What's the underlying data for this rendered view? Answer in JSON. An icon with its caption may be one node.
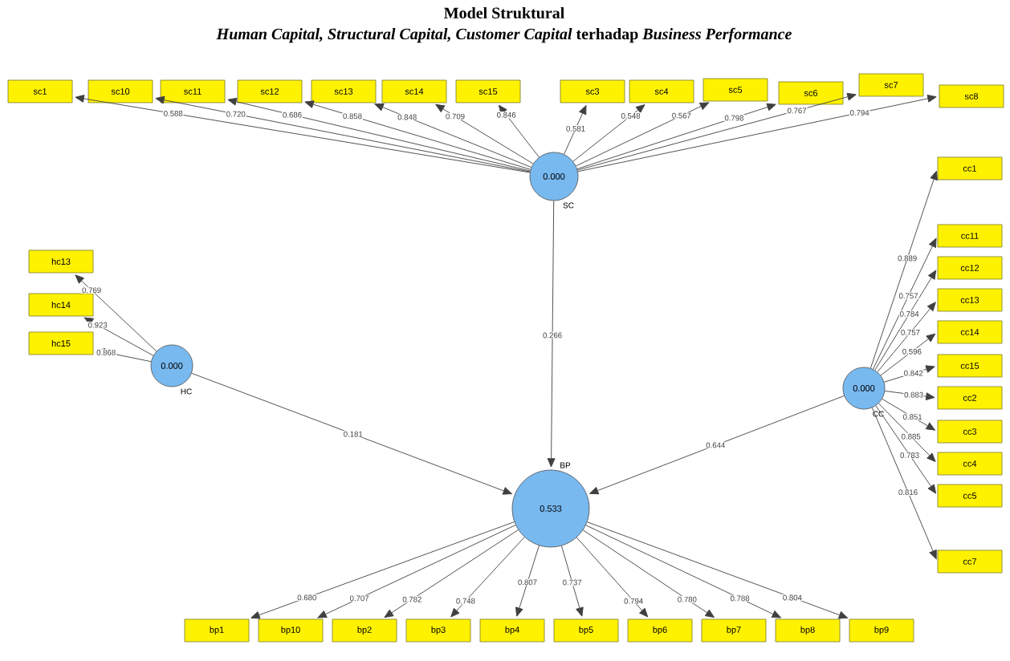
{
  "diagram": {
    "title": "Model Struktural",
    "labels": [
      "*Human Capital, Structural Capital, Customer Capital* terhadap *Business Performance*"
    ],
    "nodes": [
      {
        "text": [
          "sc1"
        ]
      },
      {
        "text": [
          "sc10"
        ]
      },
      {
        "text": [
          "sc11"
        ]
      },
      {
        "text": [
          "sc12"
        ]
      },
      {
        "text": [
          "sc13"
        ]
      },
      {
        "text": [
          "sc14"
        ]
      },
      {
        "text": [
          "sc15"
        ]
      },
      {
        "text": [
          "sc3"
        ]
      },
      {
        "text": [
          "sc4"
        ]
      },
      {
        "text": [
          "sc5"
        ]
      },
      {
        "text": [
          "sc6"
        ]
      },
      {
        "text": [
          "sc7"
        ]
      },
      {
        "text": [
          "sc8"
        ]
      },
      {
        "text": [
          "0.000"
        ],
        "beside": [
          "SC"
        ]
      },
      {
        "text": [
          "cc1"
        ]
      },
      {
        "text": [
          "cc11"
        ]
      },
      {
        "text": [
          "cc12"
        ]
      },
      {
        "text": [
          "cc13"
        ]
      },
      {
        "text": [
          "cc14"
        ]
      },
      {
        "text": [
          "cc15"
        ]
      },
      {
        "text": [
          "hc13"
        ]
      },
      {
        "text": [
          "hc14"
        ]
      },
      {
        "text": [
          "hc15"
        ]
      },
      {
        "text": [
          "0.000"
        ],
        "beside": [
          "HC"
        ]
      },
      {
        "text": [
          "cc2"
        ]
      },
      {
        "text": [
          "0.000"
        ],
        "beside": [
          "CC"
        ]
      },
      {
        "text": [
          "cc3"
        ]
      },
      {
        "text": [
          "cc4"
        ]
      },
      {
        "text": [
          "cc5"
        ]
      },
      {
        "text": [
          "0.533"
        ],
        "beside": [
          "BP"
        ]
      },
      {
        "text": [
          "cc7"
        ]
      },
      {
        "text": [
          "bp1"
        ]
      },
      {
        "text": [
          "bp10"
        ]
      },
      {
        "text": [
          "bp2"
        ]
      },
      {
        "text": [
          "bp3"
        ]
      },
      {
        "text": [
          "bp4"
        ]
      },
      {
        "text": [
          "bp5"
        ]
      },
      {
        "text": [
          "bp6"
        ]
      },
      {
        "text": [
          "bp7"
        ]
      },
      {
        "text": [
          "bp8"
        ]
      },
      {
        "text": [
          "bp9"
        ]
      }
    ],
    "edges": [
      {
        "from": 13,
        "to": 0,
        "arrow": "to",
        "label": "0.588"
      },
      {
        "from": 13,
        "to": 1,
        "arrow": "to",
        "label": "0.720"
      },
      {
        "from": 13,
        "to": 2,
        "arrow": "to",
        "label": "0.686"
      },
      {
        "from": 13,
        "to": 3,
        "arrow": "to",
        "label": "0.858"
      },
      {
        "from": 13,
        "to": 4,
        "arrow": "to",
        "label": "0.848"
      },
      {
        "from": 13,
        "to": 5,
        "arrow": "to",
        "label": "0.709"
      },
      {
        "from": 13,
        "to": 6,
        "arrow": "to",
        "label": "0.846"
      },
      {
        "from": 13,
        "to": 7,
        "arrow": "to",
        "label": "0.581"
      },
      {
        "from": 13,
        "to": 8,
        "arrow": "to",
        "label": "0.548"
      },
      {
        "from": 13,
        "to": 9,
        "arrow": "to",
        "label": "0.567"
      },
      {
        "from": 13,
        "to": 10,
        "arrow": "to",
        "label": "0.798"
      },
      {
        "from": 13,
        "to": 11,
        "arrow": "to",
        "label": "0.767"
      },
      {
        "from": 13,
        "to": 12,
        "arrow": "to",
        "label": "0.794"
      },
      {
        "from": 23,
        "to": 20,
        "arrow": "to",
        "label": "0.769"
      },
      {
        "from": 23,
        "to": 21,
        "arrow": "to",
        "label": "0.923"
      },
      {
        "from": 23,
        "to": 22,
        "arrow": "to",
        "label": "0.868"
      },
      {
        "from": 25,
        "to": 14,
        "arrow": "to",
        "label": "0.889"
      },
      {
        "from": 25,
        "to": 15,
        "arrow": "to",
        "label": "0.757"
      },
      {
        "from": 25,
        "to": 16,
        "arrow": "to",
        "label": "0.784"
      },
      {
        "from": 25,
        "to": 17,
        "arrow": "to",
        "label": "0.757"
      },
      {
        "from": 25,
        "to": 18,
        "arrow": "to",
        "label": "0.596"
      },
      {
        "from": 25,
        "to": 19,
        "arrow": "to",
        "label": "0.842"
      },
      {
        "from": 25,
        "to": 24,
        "arrow": "to",
        "label": "0.883"
      },
      {
        "from": 25,
        "to": 26,
        "arrow": "to",
        "label": "0.851"
      },
      {
        "from": 25,
        "to": 27,
        "arrow": "to",
        "label": "0.885"
      },
      {
        "from": 25,
        "to": 28,
        "arrow": "to",
        "label": "0.783"
      },
      {
        "from": 25,
        "to": 30,
        "arrow": "to",
        "label": "0.816"
      },
      {
        "from": 13,
        "to": 29,
        "arrow": "to",
        "label": "0.266"
      },
      {
        "from": 23,
        "to": 29,
        "arrow": "to",
        "label": "0.181"
      },
      {
        "from": 25,
        "to": 29,
        "arrow": "to",
        "label": "0.644"
      },
      {
        "from": 29,
        "to": 31,
        "arrow": "to",
        "label": "0.680"
      },
      {
        "from": 29,
        "to": 32,
        "arrow": "to",
        "label": "0.707"
      },
      {
        "from": 29,
        "to": 33,
        "arrow": "to",
        "label": "0.782"
      },
      {
        "from": 29,
        "to": 34,
        "arrow": "to",
        "label": "0.748"
      },
      {
        "from": 29,
        "to": 35,
        "arrow": "to",
        "label": "0.807"
      },
      {
        "from": 29,
        "to": 36,
        "arrow": "to",
        "label": "0.737"
      },
      {
        "from": 29,
        "to": 37,
        "arrow": "to",
        "label": "0.794"
      },
      {
        "from": 29,
        "to": 38,
        "arrow": "to",
        "label": "0.780"
      },
      {
        "from": 29,
        "to": 39,
        "arrow": "to",
        "label": "0.788"
      },
      {
        "from": 29,
        "to": 40,
        "arrow": "to",
        "label": "0.804"
      }
    ]
  }
}
